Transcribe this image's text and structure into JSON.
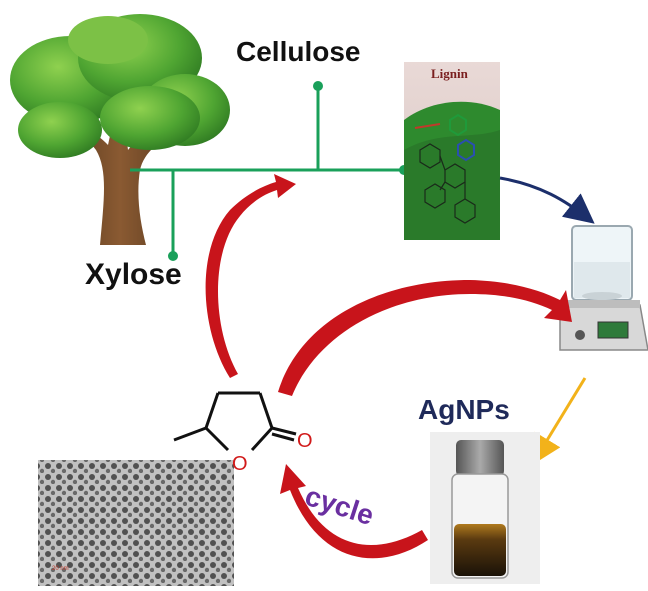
{
  "labels": {
    "cellulose": "Cellulose",
    "xylose": "Xylose",
    "lignin": "Lignin",
    "agnps": "AgNPs",
    "cycle": "cycle",
    "oxygen_ring": "O",
    "oxygen_carbonyl": "O",
    "tem_scale": "20 nm"
  },
  "colors": {
    "backbone": "#1aa05a",
    "red_arrow": "#c8141b",
    "navy_arrow": "#1c2f6b",
    "yellow_arrow": "#f2b21a",
    "agnps_text": "#1f2a5a",
    "cycle_text": "#6a2fa0",
    "oxygen": "#d11a1a"
  },
  "icons": {
    "tree": "tree-illustration",
    "lignin": "lignin-structure-panel",
    "stirrer": "beaker-on-magnetic-stirrer",
    "vial": "agnps-vial",
    "tem": "tem-micrograph",
    "molecule": "gamma-valerolactone-structure"
  }
}
